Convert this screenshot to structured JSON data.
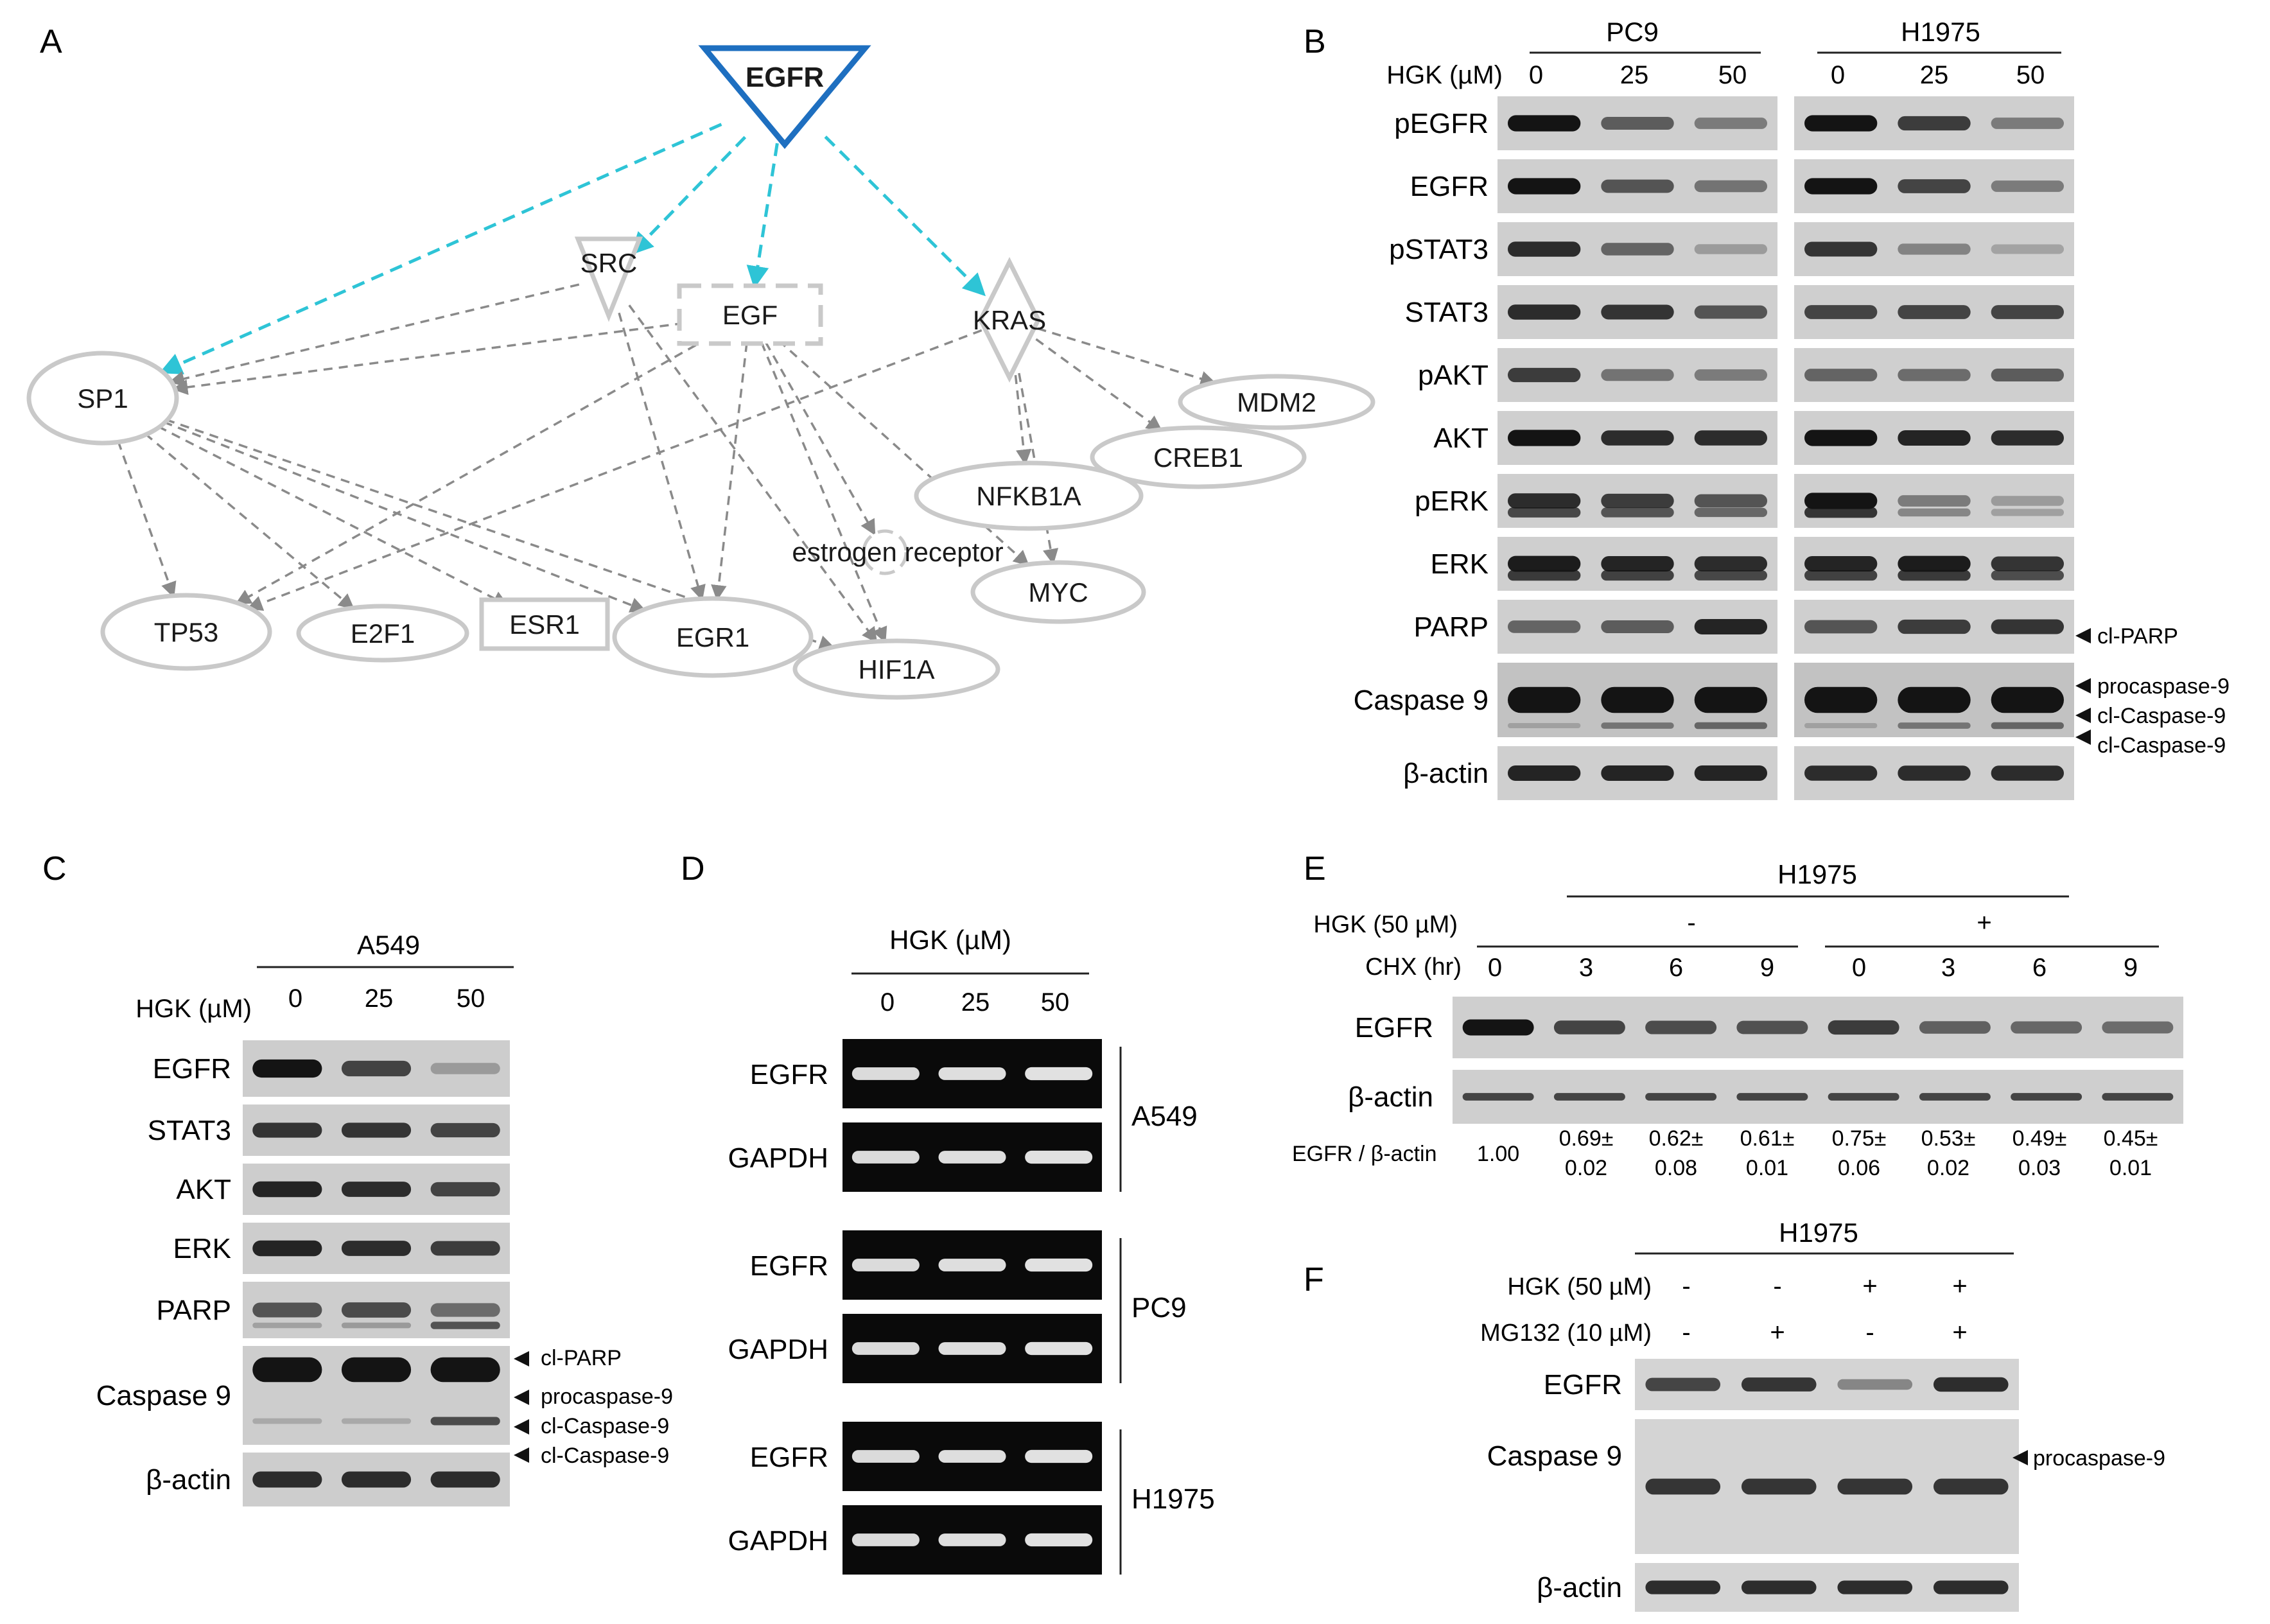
{
  "panel_letters": [
    "A",
    "B",
    "C",
    "D",
    "E",
    "F"
  ],
  "network": {
    "edge_color_direct": "#2ec4d6",
    "edge_color_indirect": "#8a8a8a",
    "node_stroke": "#c9c9c9",
    "focus_stroke": "#1e6fc0",
    "nodes": [
      {
        "id": "EGFR",
        "label": "EGFR",
        "shape": "down-triangle",
        "focus": true
      },
      {
        "id": "SRC",
        "label": "SRC",
        "shape": "down-triangle",
        "focus": false
      },
      {
        "id": "EGF",
        "label": "EGF",
        "shape": "dashed-rect",
        "focus": false
      },
      {
        "id": "KRAS",
        "label": "KRAS",
        "shape": "diamond",
        "focus": false
      },
      {
        "id": "SP1",
        "label": "SP1",
        "shape": "ellipse",
        "focus": false
      },
      {
        "id": "MDM2",
        "label": "MDM2",
        "shape": "ellipse",
        "focus": false
      },
      {
        "id": "CREB1",
        "label": "CREB1",
        "shape": "ellipse",
        "focus": false
      },
      {
        "id": "NFKB1A",
        "label": "NFKB1A",
        "shape": "ellipse",
        "focus": false
      },
      {
        "id": "ER",
        "label": "estrogen receptor",
        "shape": "small-circle",
        "focus": false
      },
      {
        "id": "MYC",
        "label": "MYC",
        "shape": "ellipse",
        "focus": false
      },
      {
        "id": "TP53",
        "label": "TP53",
        "shape": "ellipse",
        "focus": false
      },
      {
        "id": "E2F1",
        "label": "E2F1",
        "shape": "ellipse",
        "focus": false
      },
      {
        "id": "ESR1",
        "label": "ESR1",
        "shape": "rect",
        "focus": false
      },
      {
        "id": "EGR1",
        "label": "EGR1",
        "shape": "ellipse",
        "focus": false
      },
      {
        "id": "HIF1A",
        "label": "HIF1A",
        "shape": "ellipse",
        "focus": false
      }
    ],
    "edges": [
      {
        "from": "EGFR",
        "to": "SP1",
        "kind": "direct"
      },
      {
        "from": "EGFR",
        "to": "SRC",
        "kind": "direct"
      },
      {
        "from": "EGFR",
        "to": "EGF",
        "kind": "direct"
      },
      {
        "from": "EGFR",
        "to": "KRAS",
        "kind": "direct"
      },
      {
        "from": "SRC",
        "to": "SP1",
        "kind": "indirect"
      },
      {
        "from": "SRC",
        "to": "EGR1",
        "kind": "indirect"
      },
      {
        "from": "SRC",
        "to": "HIF1A",
        "kind": "indirect"
      },
      {
        "from": "EGF",
        "to": "SP1",
        "kind": "indirect"
      },
      {
        "from": "EGF",
        "to": "TP53",
        "kind": "indirect"
      },
      {
        "from": "EGF",
        "to": "EGR1",
        "kind": "indirect"
      },
      {
        "from": "EGF",
        "to": "HIF1A",
        "kind": "indirect"
      },
      {
        "from": "EGF",
        "to": "ER",
        "kind": "indirect"
      },
      {
        "from": "EGF",
        "to": "MYC",
        "kind": "indirect"
      },
      {
        "from": "KRAS",
        "to": "MDM2",
        "kind": "indirect"
      },
      {
        "from": "KRAS",
        "to": "CREB1",
        "kind": "indirect"
      },
      {
        "from": "KRAS",
        "to": "NFKB1A",
        "kind": "indirect"
      },
      {
        "from": "KRAS",
        "to": "MYC",
        "kind": "indirect"
      },
      {
        "from": "KRAS",
        "to": "TP53",
        "kind": "indirect"
      },
      {
        "from": "SP1",
        "to": "TP53",
        "kind": "indirect"
      },
      {
        "from": "SP1",
        "to": "E2F1",
        "kind": "indirect"
      },
      {
        "from": "SP1",
        "to": "ESR1",
        "kind": "indirect"
      },
      {
        "from": "SP1",
        "to": "EGR1",
        "kind": "indirect"
      },
      {
        "from": "SP1",
        "to": "HIF1A",
        "kind": "indirect"
      }
    ]
  },
  "panelB": {
    "treatment_label": "HGK (µM)",
    "groups": [
      {
        "name": "PC9",
        "doses": [
          "0",
          "25",
          "50"
        ]
      },
      {
        "name": "H1975",
        "doses": [
          "0",
          "25",
          "50"
        ]
      }
    ],
    "rows": [
      {
        "label": "pEGFR",
        "pc9": [
          1.0,
          0.55,
          0.35
        ],
        "h1975": [
          1.0,
          0.75,
          0.35
        ]
      },
      {
        "label": "EGFR",
        "pc9": [
          1.0,
          0.6,
          0.4
        ],
        "h1975": [
          1.0,
          0.7,
          0.35
        ]
      },
      {
        "label": "pSTAT3",
        "pc9": [
          0.85,
          0.5,
          0.15
        ],
        "h1975": [
          0.8,
          0.3,
          0.1
        ]
      },
      {
        "label": "STAT3",
        "pc9": [
          0.85,
          0.8,
          0.6
        ],
        "h1975": [
          0.7,
          0.7,
          0.7
        ]
      },
      {
        "label": "pAKT",
        "pc9": [
          0.75,
          0.4,
          0.35
        ],
        "h1975": [
          0.5,
          0.45,
          0.55
        ]
      },
      {
        "label": "AKT",
        "pc9": [
          1.0,
          0.85,
          0.85
        ],
        "h1975": [
          1.0,
          0.9,
          0.85
        ]
      },
      {
        "label": "pERK",
        "pc9": [
          0.85,
          0.75,
          0.6
        ],
        "h1975": [
          1.0,
          0.35,
          0.15
        ]
      },
      {
        "label": "ERK",
        "pc9": [
          0.95,
          0.9,
          0.85
        ],
        "h1975": [
          0.9,
          0.95,
          0.8
        ]
      },
      {
        "label": "PARP",
        "pc9": [
          0.5,
          0.55,
          0.9
        ],
        "h1975": [
          0.6,
          0.75,
          0.8
        ]
      },
      {
        "label": "Caspase 9",
        "pc9": [
          1.0,
          1.0,
          1.0
        ],
        "h1975": [
          1.0,
          1.0,
          1.0
        ]
      },
      {
        "label": "β-actin",
        "pc9": [
          0.9,
          0.9,
          0.9
        ],
        "h1975": [
          0.85,
          0.85,
          0.85
        ]
      }
    ],
    "annotations": [
      "cl-PARP",
      "procaspase-9",
      "cl-Caspase-9",
      "cl-Caspase-9"
    ]
  },
  "panelC": {
    "cell_line": "A549",
    "treatment_label": "HGK (µM)",
    "doses": [
      "0",
      "25",
      "50"
    ],
    "rows": [
      {
        "label": "EGFR",
        "values": [
          1.0,
          0.7,
          0.15
        ]
      },
      {
        "label": "STAT3",
        "values": [
          0.8,
          0.8,
          0.7
        ]
      },
      {
        "label": "AKT",
        "values": [
          0.9,
          0.85,
          0.7
        ]
      },
      {
        "label": "ERK",
        "values": [
          0.9,
          0.85,
          0.75
        ]
      },
      {
        "label": "PARP",
        "values": [
          0.6,
          0.65,
          0.45
        ]
      },
      {
        "label": "Caspase 9",
        "values": [
          1.0,
          1.0,
          1.0
        ]
      },
      {
        "label": "β-actin",
        "values": [
          0.85,
          0.85,
          0.85
        ]
      }
    ],
    "annotations": [
      "cl-PARP",
      "procaspase-9",
      "cl-Caspase-9",
      "cl-Caspase-9"
    ]
  },
  "panelD": {
    "treatment_label": "HGK (µM)",
    "doses": [
      "0",
      "25",
      "50"
    ],
    "groups": [
      {
        "name": "A549",
        "rows": [
          {
            "label": "EGFR"
          },
          {
            "label": "GAPDH"
          }
        ]
      },
      {
        "name": "PC9",
        "rows": [
          {
            "label": "EGFR"
          },
          {
            "label": "GAPDH"
          }
        ]
      },
      {
        "name": "H1975",
        "rows": [
          {
            "label": "EGFR"
          },
          {
            "label": "GAPDH"
          }
        ]
      }
    ]
  },
  "panelE": {
    "cell_line": "H1975",
    "hgk_label": "HGK (50 µM)",
    "hgk_signs": [
      "-",
      "+"
    ],
    "chx_label": "CHX (hr)",
    "chx_times": [
      "0",
      "3",
      "6",
      "9",
      "0",
      "3",
      "6",
      "9"
    ],
    "rows": [
      {
        "label": "EGFR"
      },
      {
        "label": "β-actin"
      }
    ],
    "ratio_label": "EGFR  / β-actin",
    "ratio_first": "1.00",
    "ratios": [
      {
        "mean": "0.69±",
        "sd": "0.02"
      },
      {
        "mean": "0.62±",
        "sd": "0.08"
      },
      {
        "mean": "0.61±",
        "sd": "0.01"
      },
      {
        "mean": "0.75±",
        "sd": "0.06"
      },
      {
        "mean": "0.53±",
        "sd": "0.02"
      },
      {
        "mean": "0.49±",
        "sd": "0.03"
      },
      {
        "mean": "0.45±",
        "sd": "0.01"
      }
    ]
  },
  "panelF": {
    "cell_line": "H1975",
    "conditions": [
      {
        "label": "HGK (50 µM)",
        "signs": [
          "-",
          "-",
          "+",
          "+"
        ]
      },
      {
        "label": "MG132 (10 µM)",
        "signs": [
          "-",
          "+",
          "-",
          "+"
        ]
      }
    ],
    "rows": [
      {
        "label": "EGFR",
        "values": [
          0.7,
          0.8,
          0.3,
          0.85
        ]
      },
      {
        "label": "Caspase 9",
        "values": [
          0.8,
          0.8,
          0.8,
          0.8
        ]
      },
      {
        "label": "β-actin",
        "values": [
          0.85,
          0.85,
          0.85,
          0.85
        ]
      }
    ],
    "annotations": [
      "procaspase-9"
    ]
  }
}
